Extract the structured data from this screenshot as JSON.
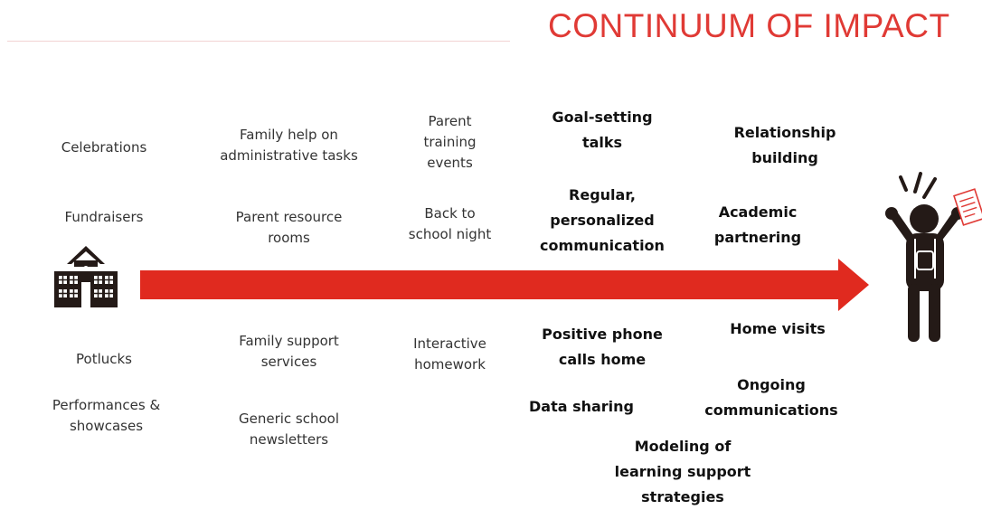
{
  "title": "CONTINUUM OF IMPACT",
  "colors": {
    "accent": "#e03a35",
    "arrow": "#e02a1f",
    "icon": "#241a17"
  },
  "icons": {
    "start": "school-building-icon",
    "end": "student-celebrating-icon"
  },
  "col1": {
    "celebrations": "Celebrations",
    "fundraisers": "Fundraisers",
    "potlucks": "Potlucks",
    "performances": "Performances &\nshowcases"
  },
  "col2": {
    "family_help": "Family help on\nadministrative tasks",
    "resource_rooms": "Parent resource\nrooms",
    "support_services": "Family support\nservices",
    "newsletters": "Generic school\nnewsletters"
  },
  "col3": {
    "training": "Parent\ntraining\nevents",
    "back_to_school": "Back to\nschool night",
    "homework": "Interactive\nhomework"
  },
  "col4": {
    "goal_setting": "Goal-setting\ntalks",
    "communication": "Regular,\npersonalized\ncommunication",
    "phone_calls": "Positive phone\ncalls home",
    "data_sharing": "Data sharing"
  },
  "col5": {
    "relationship": "Relationship\nbuilding",
    "academic": "Academic\npartnering",
    "home_visits": "Home visits",
    "ongoing": "Ongoing\ncommunications",
    "modeling": "Modeling of\nlearning support\nstrategies"
  }
}
